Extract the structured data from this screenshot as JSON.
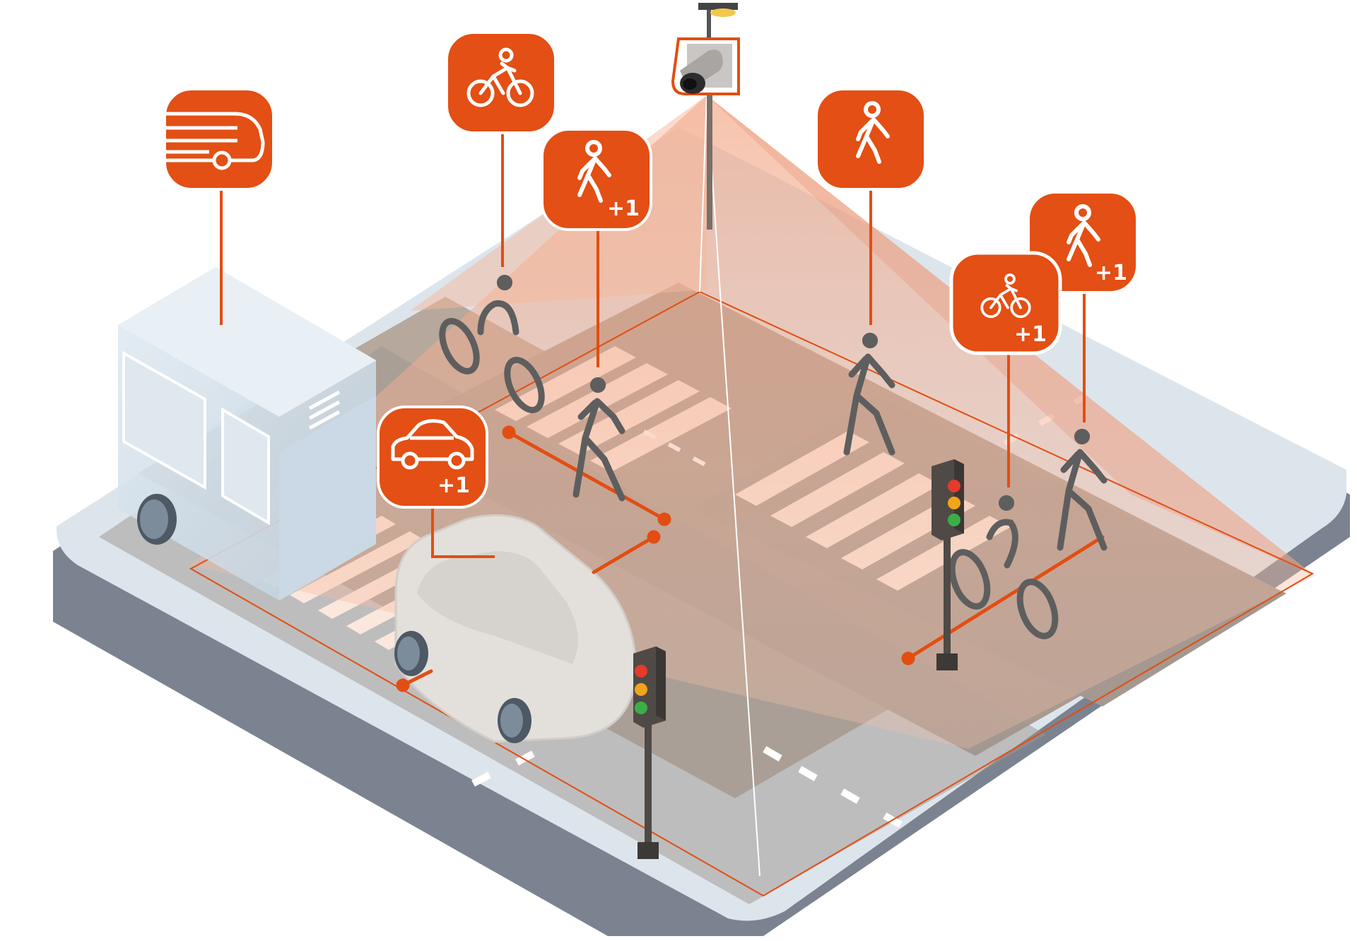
{
  "colors": {
    "accent": "#e24e12",
    "badge": "#e34f14",
    "icon_white": "#ffffff",
    "figure_gray": "#5e5e5e",
    "road": "#a59990",
    "road_shade": "#b8a79a",
    "crosswalk": "#fbe7dc",
    "sidewalk": "#dde5ec",
    "base_edge": "#7b8391",
    "cone": "#f5b79b",
    "bus": "#cfdde8",
    "car": "#e3e0dc",
    "signal_body": "#4f4a46",
    "signal_red": "#e63a2b",
    "signal_amber": "#f2a51a",
    "signal_green": "#3cae48"
  },
  "detections": [
    {
      "name": "bus",
      "icon": "bus-icon",
      "count": ""
    },
    {
      "name": "bicycle",
      "icon": "bicycle-icon",
      "count": ""
    },
    {
      "name": "pedestrian-group-left",
      "icon": "pedestrian-icon",
      "count": "+1"
    },
    {
      "name": "pedestrian-center",
      "icon": "pedestrian-icon",
      "count": ""
    },
    {
      "name": "pedestrian-group-right",
      "icon": "pedestrian-icon",
      "count": "+1"
    },
    {
      "name": "bicycle-group-right",
      "icon": "bicycle-icon",
      "count": "+1"
    },
    {
      "name": "car-group",
      "icon": "car-icon",
      "count": "+1"
    }
  ],
  "camera": {
    "icon": "camera-icon"
  },
  "traffic_lights": [
    {
      "name": "traffic-light-front",
      "icon": "traffic-light-icon"
    },
    {
      "name": "traffic-light-right",
      "icon": "traffic-light-icon"
    }
  ]
}
